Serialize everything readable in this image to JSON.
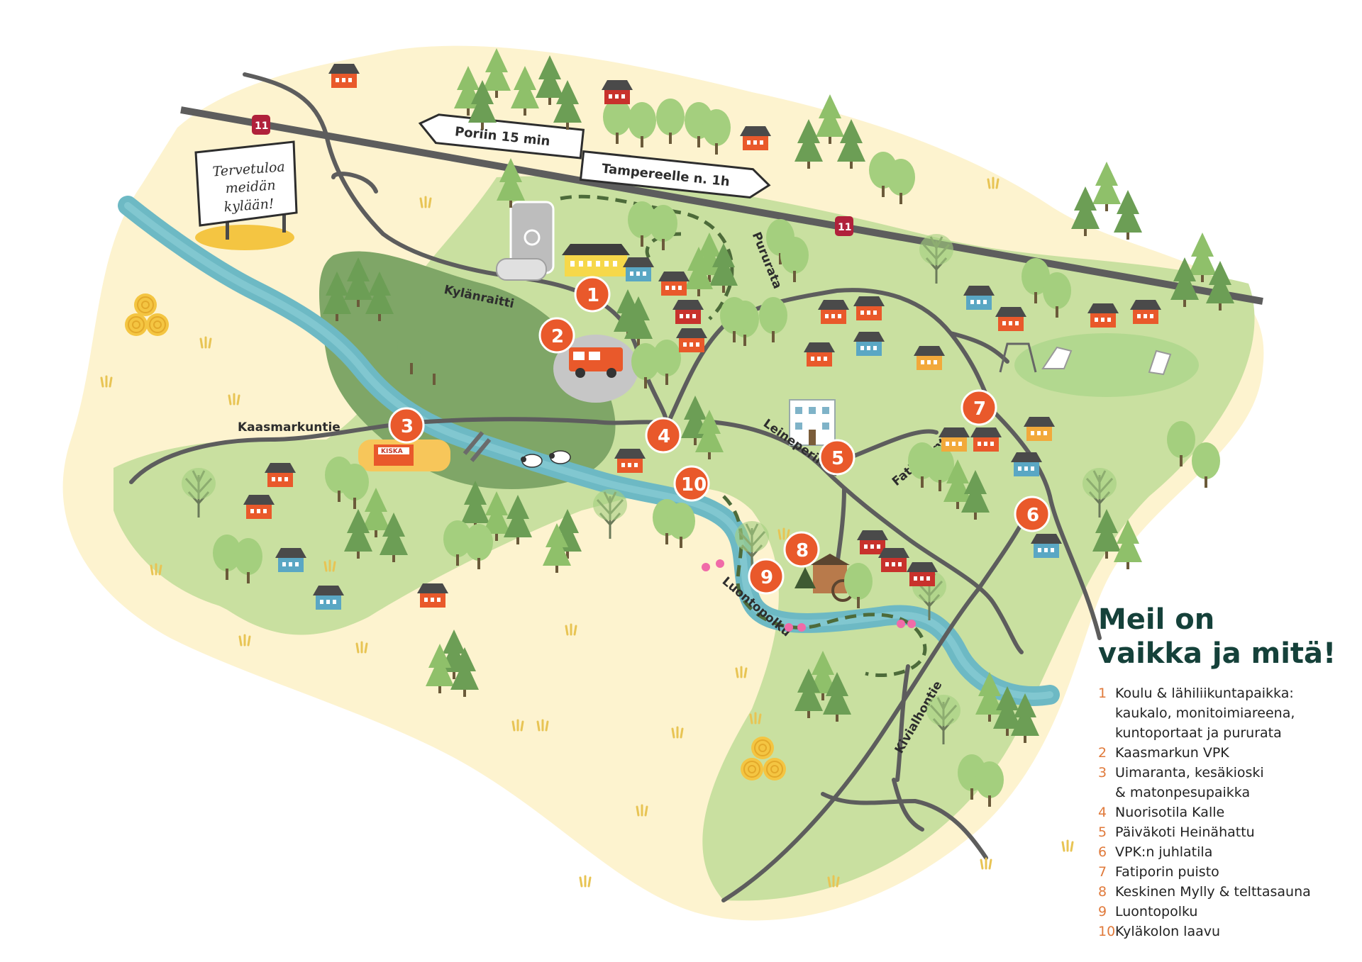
{
  "highway": {
    "number": "11"
  },
  "signs": {
    "pori": "Poriin 15 min",
    "tampere": "Tampereelle n. 1h",
    "welcome": [
      "Tervetuloa",
      "meidän",
      "kylään!"
    ]
  },
  "roads": {
    "kylanraitti": "Kylänraitti",
    "kaasmarkuntie": "Kaasmarkuntie",
    "pururata": "Pururata",
    "leineperintie": "Leineperintie",
    "fatiporintie": "Fatiporintie",
    "luontopolku": "Luontopolku",
    "kivialhontie": "Kivialhontie"
  },
  "kiosk_label": "KISKA",
  "markers": [
    "1",
    "2",
    "3",
    "4",
    "5",
    "6",
    "7",
    "8",
    "9",
    "10"
  ],
  "legend": {
    "title_line1": "Meil on",
    "title_line2": "vaikka ja mitä!",
    "items": [
      {
        "num": "1",
        "text": "Koulu & lähiliikuntapaikka:\nkaukalo, monitoimiareena,\nkuntoportaat ja pururata"
      },
      {
        "num": "2",
        "text": "Kaasmarkun VPK"
      },
      {
        "num": "3",
        "text": "Uimaranta, kesäkioski\n& matonpesupaikka"
      },
      {
        "num": "4",
        "text": "Nuorisotila Kalle"
      },
      {
        "num": "5",
        "text": "Päiväkoti Heinähattu"
      },
      {
        "num": "6",
        "text": "VPK:n juhlatila"
      },
      {
        "num": "7",
        "text": "Fatiporin puisto"
      },
      {
        "num": "8",
        "text": "Keskinen Mylly & telttasauna"
      },
      {
        "num": "9",
        "text": "Luontopolku"
      },
      {
        "num": "10",
        "text": "Kyläkolon laavu"
      }
    ]
  },
  "colors": {
    "land": "#fdf3cf",
    "grass": "#c9e0a0",
    "forest": "#7fa667",
    "river": "#6db9c4",
    "road": "#5d5d5d",
    "marker": "#e9592b",
    "highway_badge": "#b0213b",
    "title": "#15413a",
    "legend_num": "#e07a3b"
  }
}
